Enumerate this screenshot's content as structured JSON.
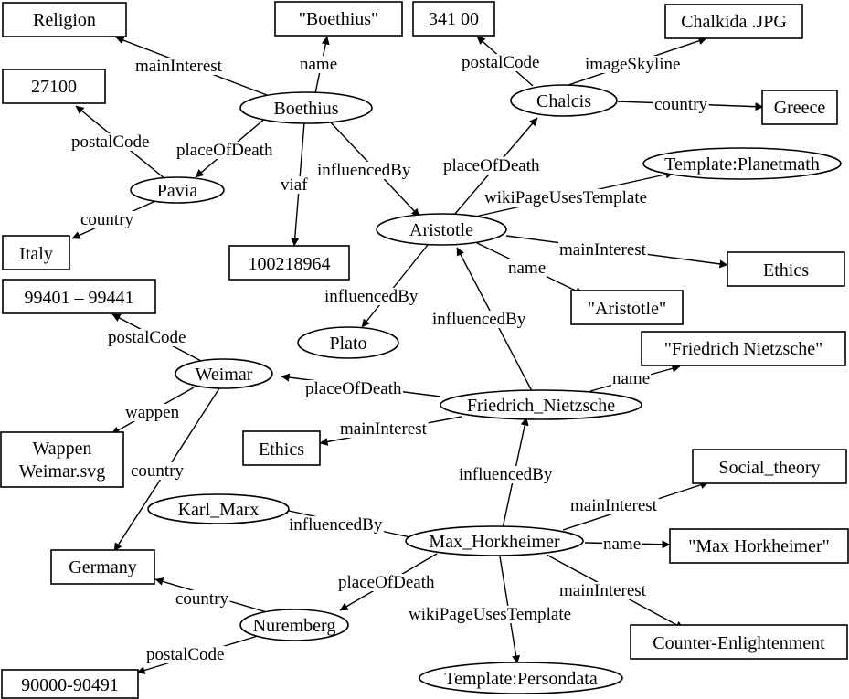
{
  "nodes": {
    "religion": "Religion",
    "boethius_name": "\"Boethius\"",
    "postal_341": "341 00",
    "chalkida_jpg": "Chalkida .JPG",
    "boethius": "Boethius",
    "chalcis": "Chalcis",
    "greece": "Greece",
    "postal_27100": "27100",
    "pavia": "Pavia",
    "template_planetmath": "Template:Planetmath",
    "aristotle": "Aristotle",
    "italy": "Italy",
    "viaf_val": "100218964",
    "ethics_1": "Ethics",
    "aristotle_name": "\"Aristotle\"",
    "postal_99401": "99401 – 99441",
    "plato": "Plato",
    "fn_name": "\"Friedrich Nietzsche\"",
    "weimar": "Weimar",
    "friedrich": "Friedrich_Nietzsche",
    "ethics_2": "Ethics",
    "wappen_line1": "Wappen",
    "wappen_line2": "Weimar.svg",
    "social_theory": "Social_theory",
    "karl_marx": "Karl_Marx",
    "max_horkheimer": "Max_Horkheimer",
    "mh_name": "\"Max Horkheimer\"",
    "germany": "Germany",
    "nuremberg": "Nuremberg",
    "counter_enl": "Counter-Enlightenment",
    "postal_90000": "90000-90491",
    "template_persondata": "Template:Persondata"
  },
  "edges": {
    "boethius_religion": "mainInterest",
    "boethius_name": "name",
    "boethius_pavia": "placeOfDeath",
    "boethius_viaf": "viaf",
    "boethius_aristotle": "influencedBy",
    "chalcis_postal": "postalCode",
    "chalcis_image": "imageSkyline",
    "chalcis_country": "country",
    "pavia_postal": "postalCode",
    "pavia_country": "country",
    "aristotle_chalcis": "placeOfDeath",
    "aristotle_template": "wikiPageUsesTemplate",
    "aristotle_ethics": "mainInterest",
    "aristotle_name": "name",
    "aristotle_plato": "influencedBy",
    "fn_aristotle": "influencedBy",
    "fn_name": "name",
    "fn_weimar": "placeOfDeath",
    "fn_ethics": "mainInterest",
    "weimar_postal": "postalCode",
    "weimar_wappen": "wappen",
    "weimar_country": "country",
    "mh_fn": "influencedBy",
    "mh_social": "mainInterest",
    "mh_marx": "influencedBy",
    "mh_name": "name",
    "mh_counter": "mainInterest",
    "mh_nuremberg": "placeOfDeath",
    "mh_template": "wikiPageUsesTemplate",
    "nuremberg_country": "country",
    "nuremberg_postal": "postalCode"
  }
}
